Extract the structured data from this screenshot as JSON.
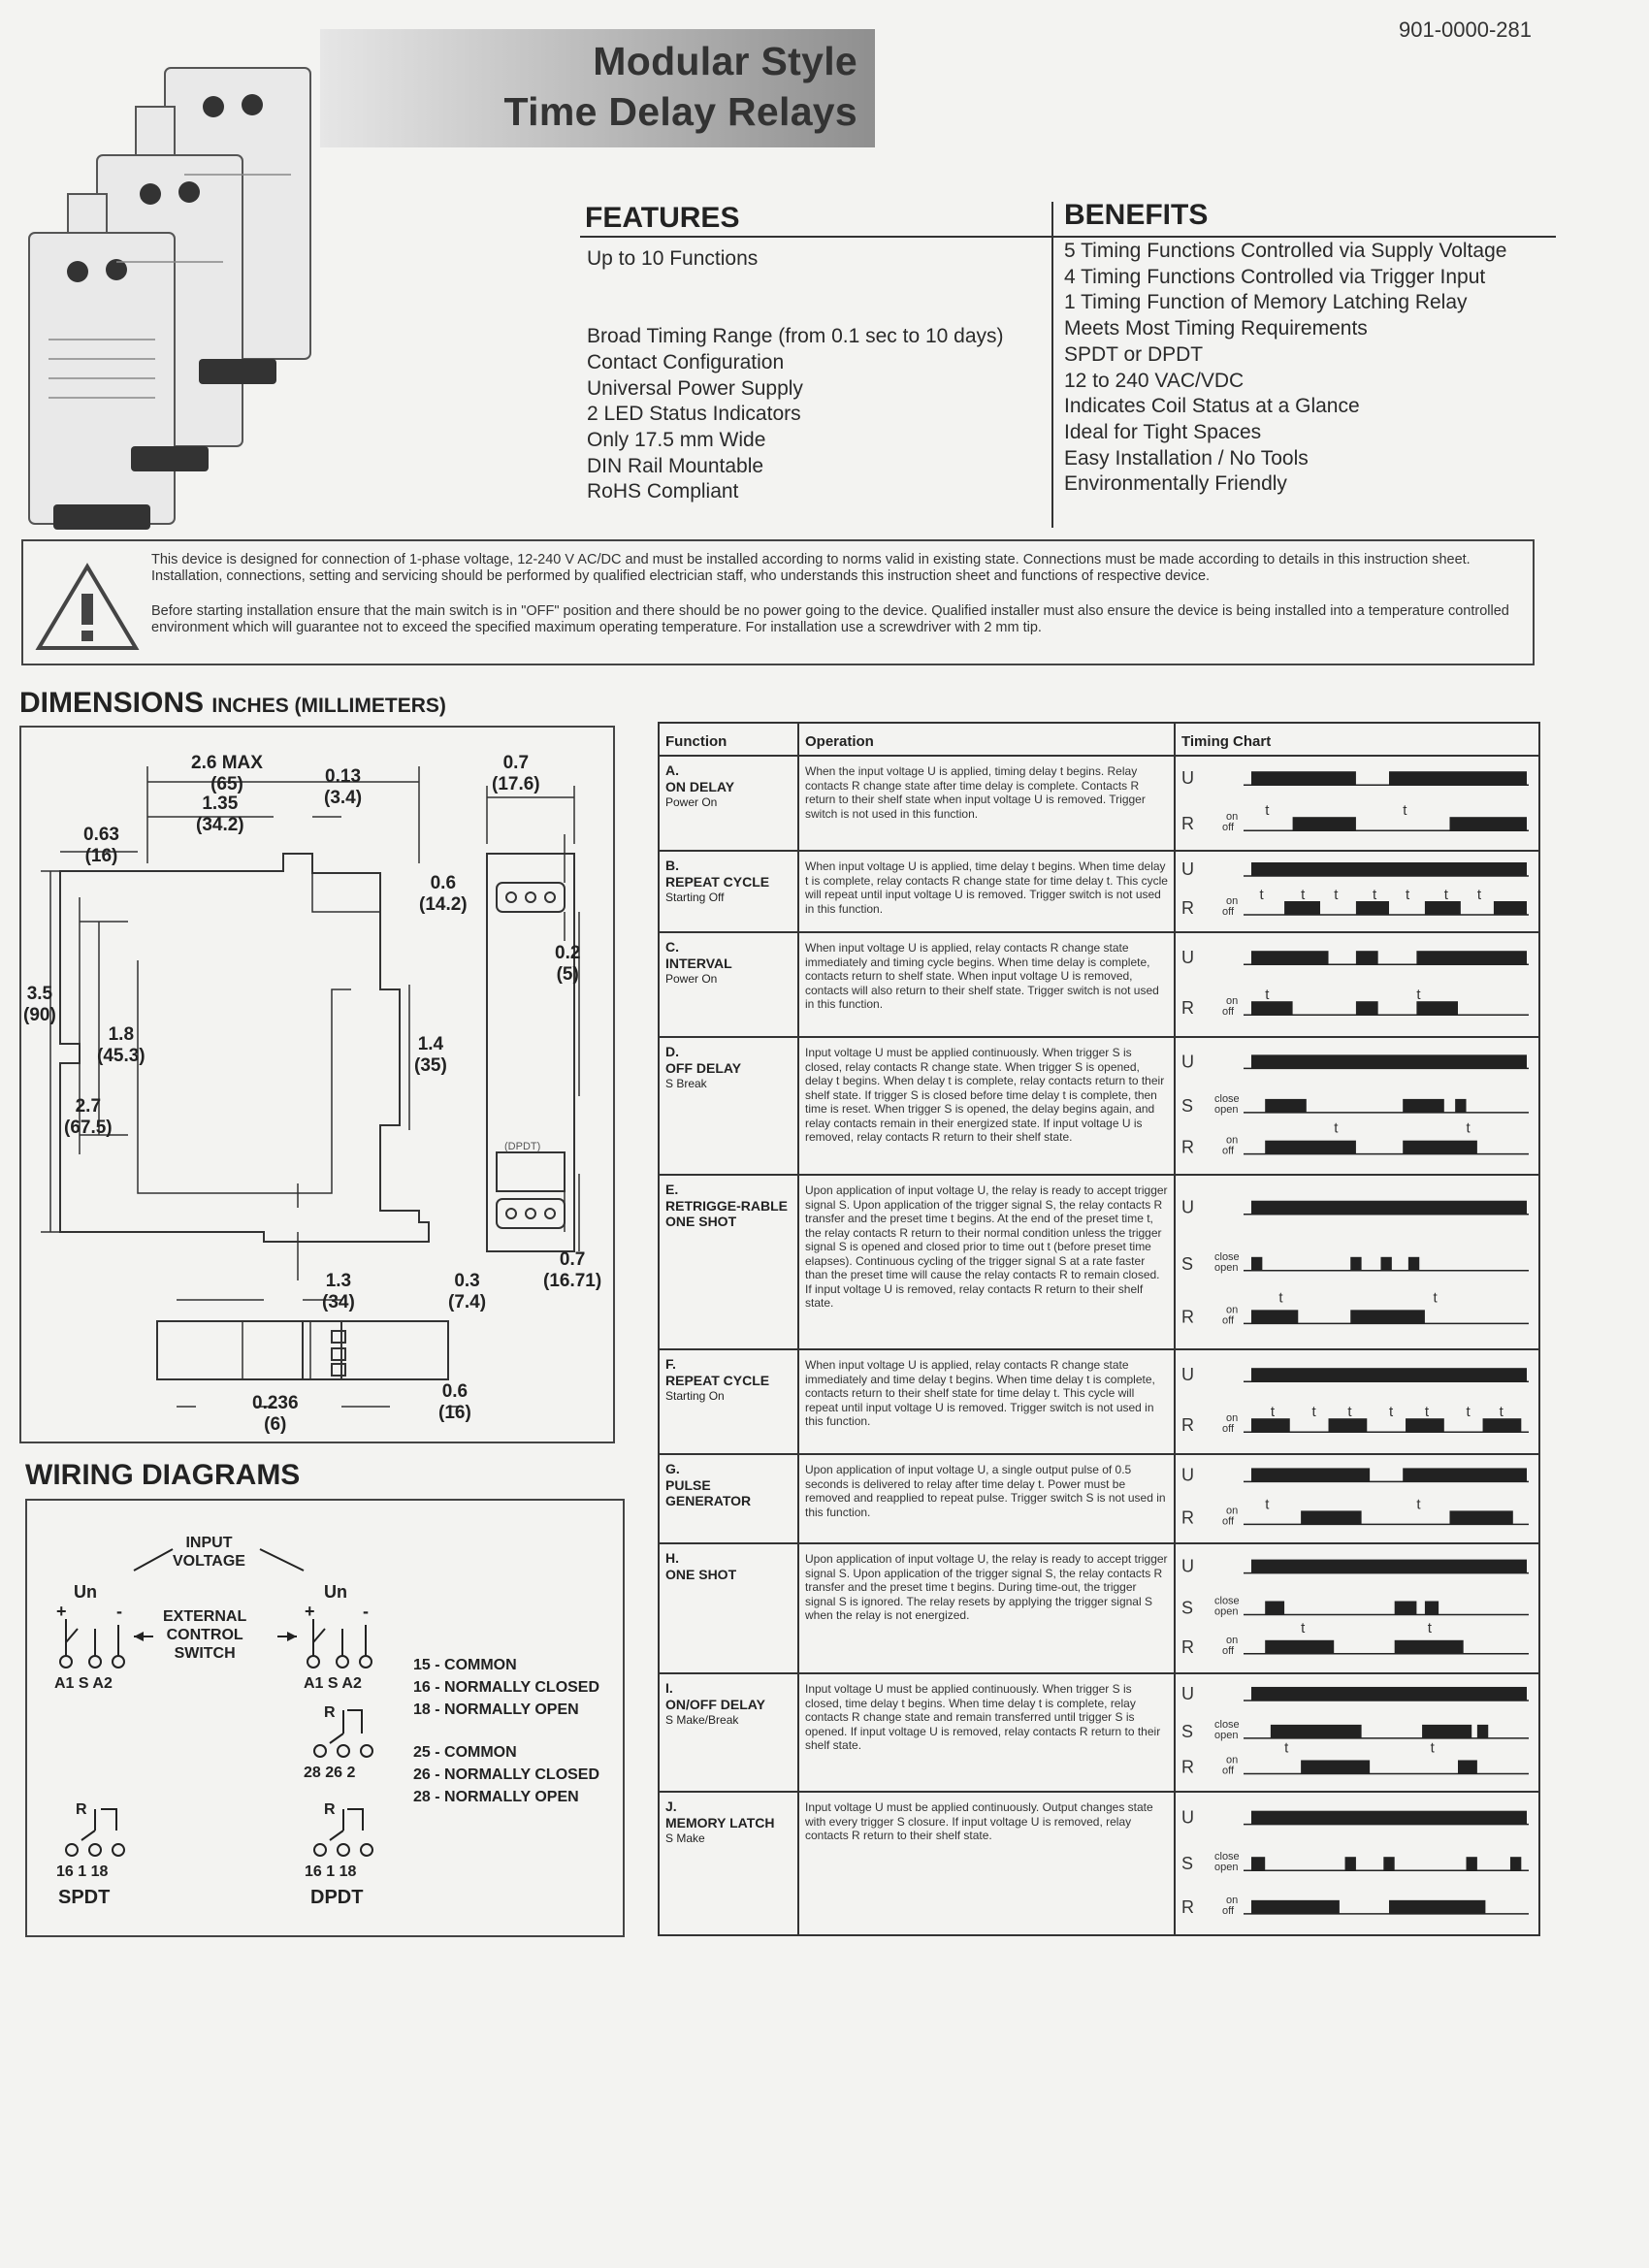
{
  "doc_number": "901-0000-281",
  "title": {
    "line1": "Modular Style",
    "line2": "Time Delay Relays"
  },
  "features": {
    "heading": "FEATURES",
    "items": [
      "Up to 10 Functions",
      "",
      "",
      "Broad Timing Range (from 0.1 sec to 10 days)",
      "Contact Configuration",
      "Universal Power Supply",
      "2 LED Status Indicators",
      "Only 17.5 mm Wide",
      "DIN Rail Mountable",
      "RoHS Compliant"
    ]
  },
  "benefits": {
    "heading": "BENEFITS",
    "items": [
      "5 Timing Functions Controlled via Supply Voltage",
      "4 Timing Functions Controlled via Trigger Input",
      "1 Timing Function of Memory Latching Relay",
      "Meets Most Timing Requirements",
      "SPDT or DPDT",
      "12 to 240 VAC/VDC",
      "Indicates Coil Status at a Glance",
      "Ideal for Tight Spaces",
      "Easy Installation / No Tools",
      "Environmentally Friendly"
    ]
  },
  "warning": {
    "icon": "warning-triangle-icon",
    "p1": "This device is designed for connection of 1-phase voltage, 12-240 V AC/DC and must be installed according to norms valid in existing state. Connections must be made according to details in this instruction sheet. Installation, connections, setting and servicing should be performed by qualified electrician staff, who understands this instruction sheet and functions of respective device.",
    "p2": "Before starting installation ensure that the main switch is in \"OFF\" position and there should be no power going to the device. Qualified installer must also ensure the device is being installed into a temperature controlled environment which will guarantee not to exceed the specified maximum operating temperature. For installation use a screwdriver with 2 mm tip."
  },
  "dimensions": {
    "heading": "DIMENSIONS",
    "subheading": "INCHES (MILLIMETERS)",
    "labels": {
      "d1": "2.6 MAX\n(65)",
      "d2": "0.7\n(17.6)",
      "d3": "1.35\n(34.2)",
      "d4": "0.13\n(3.4)",
      "d5": "0.63\n(16)",
      "d6": "0.6\n(14.2)",
      "d7": "0.2\n(5)",
      "d8": "3.5\n(90)",
      "d9": "1.8\n(45.3)",
      "d10": "1.4\n(35)",
      "d11": "2.7\n(67.5)",
      "d12": "0.7\n(16.71)",
      "d13": "0.3\n(7.4)",
      "d14": "1.3\n(34)",
      "d15": "0.236\n(6)",
      "d16": "0.6\n(16)",
      "dpdt": "(DPDT)"
    }
  },
  "wiring": {
    "heading": "WIRING DIAGRAMS",
    "input_voltage": "INPUT\nVOLTAGE",
    "un": "Un",
    "plus": "+",
    "minus": "-",
    "ext_switch": "EXTERNAL\nCONTROL\nSWITCH",
    "terminals_a": "A1 S A2",
    "r": "R",
    "t_28": "28 26 2",
    "t_16": "16 1 18",
    "spdt": "SPDT",
    "dpdt": "DPDT",
    "legend": [
      "15 - COMMON",
      "16 - NORMALLY CLOSED",
      "18 - NORMALLY OPEN",
      "25 - COMMON",
      "26 - NORMALLY CLOSED",
      "28 - NORMALLY OPEN"
    ]
  },
  "function_table": {
    "headers": [
      "Function",
      "Operation",
      "Timing Chart"
    ],
    "chart_labels": {
      "u": "U",
      "s": "S",
      "r": "R",
      "on": "on",
      "off": "off",
      "close": "close",
      "open": "open",
      "t": "t"
    },
    "rows": [
      {
        "letter": "A.",
        "name": "ON DELAY",
        "sub": "Power On",
        "op": "When the input voltage U is applied, timing delay t begins. Relay contacts R change state after time delay is complete. Contacts R return to their shelf state when input voltage U is removed. Trigger switch is not used in this function."
      },
      {
        "letter": "B.",
        "name": "REPEAT CYCLE",
        "sub": "Starting Off",
        "op": "When input voltage U is applied, time delay t begins. When time delay t is complete, relay contacts R change state for time delay t. This cycle will repeat until input voltage U is removed. Trigger switch is not used in this function."
      },
      {
        "letter": "C.",
        "name": "INTERVAL",
        "sub": "Power On",
        "op": "When input voltage U is applied, relay contacts R change state immediately and timing cycle begins. When time delay is complete, contacts return to shelf state. When input voltage U is removed, contacts will also return to their shelf state. Trigger switch is not used in this function."
      },
      {
        "letter": "D.",
        "name": "OFF DELAY",
        "sub": "S Break",
        "op": "Input voltage U must be applied continuously. When trigger S is closed, relay contacts R change state. When trigger S is opened, delay t begins. When delay t is complete, relay contacts return to their shelf state. If trigger S is closed before time delay t is complete, then time is reset. When trigger S is opened, the delay begins again, and relay contacts remain in their energized state. If input voltage U is removed, relay contacts R return to their shelf state."
      },
      {
        "letter": "E.",
        "name": "RETRIGGE-RABLE ONE SHOT",
        "sub": "",
        "op": "Upon application of input voltage U, the relay is ready to accept trigger signal S. Upon application of the trigger signal S, the relay contacts R transfer and the preset time t begins. At the end of the preset time t, the relay contacts R return to their normal condition unless the trigger signal S is opened and closed prior to time out t (before preset time elapses). Continuous cycling of the trigger signal S at a rate faster than the preset time will cause the relay contacts R to remain closed. If input voltage U is removed, relay contacts R return to their shelf state."
      },
      {
        "letter": "F.",
        "name": "REPEAT CYCLE",
        "sub": "Starting On",
        "op": "When input voltage U is applied, relay contacts R change state immediately and time delay t begins. When time delay t is complete, contacts return to their shelf state for time delay t. This cycle will repeat until input voltage U is removed. Trigger switch is not used in this function."
      },
      {
        "letter": "G.",
        "name": "PULSE GENERATOR",
        "sub": "",
        "op": "Upon application of input voltage U, a single output pulse of 0.5 seconds is delivered to relay after time delay t. Power must be removed and reapplied to repeat pulse. Trigger switch S is not used in this function."
      },
      {
        "letter": "H.",
        "name": "ONE SHOT",
        "sub": "",
        "op": "Upon application of input voltage U, the relay is ready to accept trigger signal S. Upon application of the trigger signal S, the relay contacts R transfer and the preset time t begins. During time-out, the trigger signal S is ignored. The relay resets by applying the trigger signal S when the relay is not energized."
      },
      {
        "letter": "I.",
        "name": "ON/OFF DELAY",
        "sub": "S Make/Break",
        "op": "Input voltage U must be applied continuously. When trigger S is closed, time delay t begins. When time delay t is complete, relay contacts R change state and remain transferred until trigger S is opened. If input voltage U is removed, relay contacts R return to their shelf state."
      },
      {
        "letter": "J.",
        "name": "MEMORY LATCH",
        "sub": "S Make",
        "op": "Input voltage U must be applied continuously. Output changes state with every trigger S closure. If input voltage U is removed, relay contacts R return to their shelf state."
      }
    ]
  }
}
